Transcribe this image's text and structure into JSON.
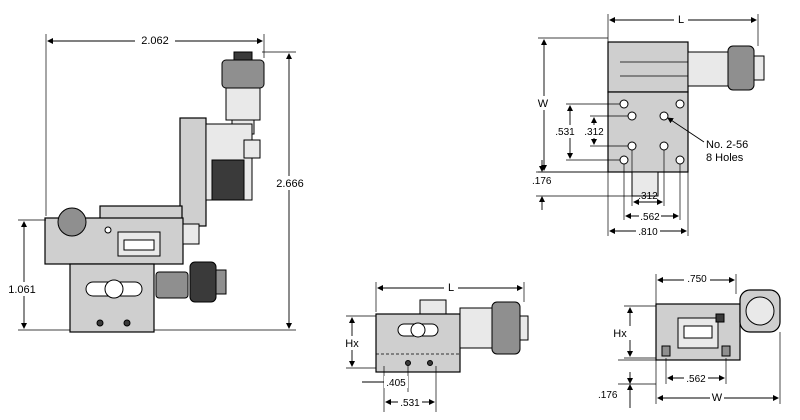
{
  "labels": {
    "side_width": "2.062",
    "side_height": "2.666",
    "side_height_small": "1.061",
    "top_length": "L",
    "top_width": "W",
    "top_531": ".531",
    "top_312_v": ".312",
    "holes_note_1": "No. 2-56",
    "holes_note_2": "8 Holes",
    "top_176": ".176",
    "top_312_h": ".312",
    "top_562": ".562",
    "top_810": ".810",
    "front_length": "L",
    "front_hx": "Hx",
    "front_405": ".405",
    "front_531": ".531",
    "end_750": ".750",
    "end_hx": "Hx",
    "end_562": ".562",
    "end_176": ".176",
    "end_w": "W"
  },
  "colors": {
    "line": "#000000",
    "body_fill": "#cfcfcf",
    "dark_fill": "#3a3a3a",
    "mid_fill": "#8f8f8f"
  }
}
